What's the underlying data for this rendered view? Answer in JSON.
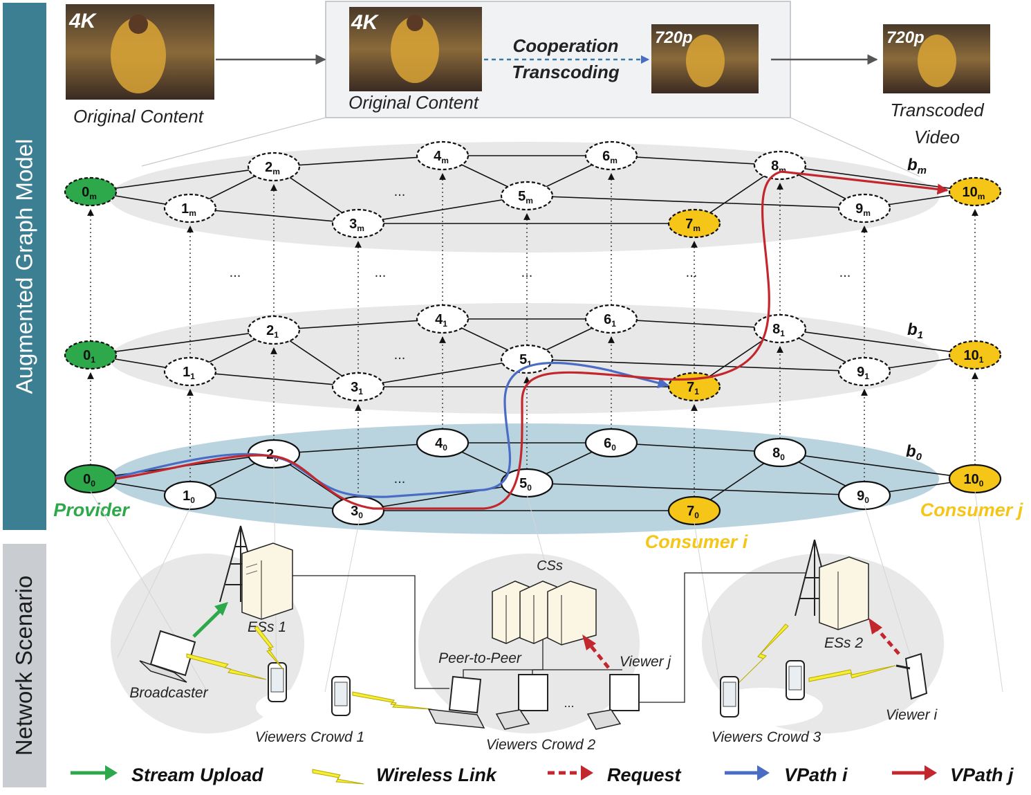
{
  "side_labels": {
    "graph_model": "Augmented Graph Model",
    "network": "Network Scenario"
  },
  "top_row": {
    "badge_4k": "4K",
    "badge_720p": "720p",
    "original_content": "Original Content",
    "cooperation": "Cooperation",
    "transcoding": "Transcoding",
    "transcoded_line1": "Transcoded",
    "transcoded_line2": "Video"
  },
  "layers": {
    "m": {
      "main": "b",
      "sub": "m"
    },
    "one": {
      "main": "b",
      "sub": "1"
    },
    "zero": {
      "main": "b",
      "sub": "0"
    }
  },
  "node_ids": [
    "0",
    "1",
    "2",
    "3",
    "4",
    "5",
    "6",
    "7",
    "8",
    "9",
    "10"
  ],
  "ellipsis": "...",
  "roles": {
    "provider": "Provider",
    "consumer_i": "Consumer i",
    "consumer_j": "Consumer j"
  },
  "network": {
    "ess1": "ESs 1",
    "ess2": "ESs 2",
    "css": "CSs",
    "broadcaster": "Broadcaster",
    "peer_to_peer": "Peer-to-Peer",
    "viewer_j": "Viewer j",
    "viewer_i": "Viewer i",
    "crowd1": "Viewers Crowd 1",
    "crowd2": "Viewers Crowd 2",
    "crowd3": "Viewers Crowd 3"
  },
  "legend": {
    "stream_upload": "Stream Upload",
    "wireless_link": "Wireless Link",
    "request": "Request",
    "vpath_i": "VPath i",
    "vpath_j": "VPath j"
  },
  "colors": {
    "provider_green": "#2da84a",
    "consumer_yellow": "#f5c518",
    "vpath_i_blue": "#4a6cc4",
    "vpath_j_red": "#c3272e",
    "request_red": "#c3272e",
    "sidebar_teal": "#3c7f93",
    "sidebar_gray": "#c9cdd1",
    "base_layer_blue": "#aecdd9",
    "upper_layer_gray": "#e6e6e6"
  }
}
